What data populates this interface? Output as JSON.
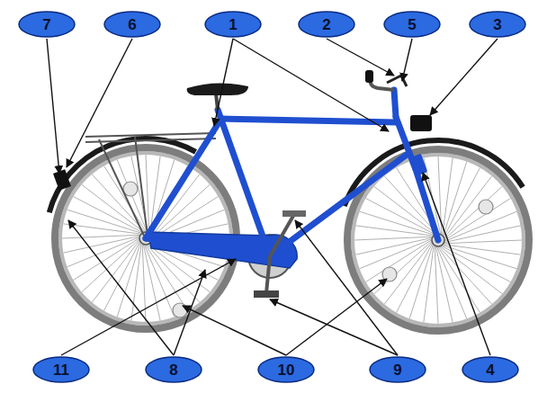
{
  "diagram": {
    "nodes": [
      {
        "text": [
          "7"
        ]
      },
      {
        "text": [
          "6"
        ]
      },
      {
        "text": [
          "1"
        ]
      },
      {
        "text": [
          "2"
        ]
      },
      {
        "text": [
          "5"
        ]
      },
      {
        "text": [
          "3"
        ]
      },
      {
        "text": [
          "11"
        ]
      },
      {
        "text": [
          "8"
        ]
      },
      {
        "text": [
          "10"
        ]
      },
      {
        "text": [
          "9"
        ]
      },
      {
        "text": [
          "4"
        ]
      }
    ],
    "edges": []
  }
}
